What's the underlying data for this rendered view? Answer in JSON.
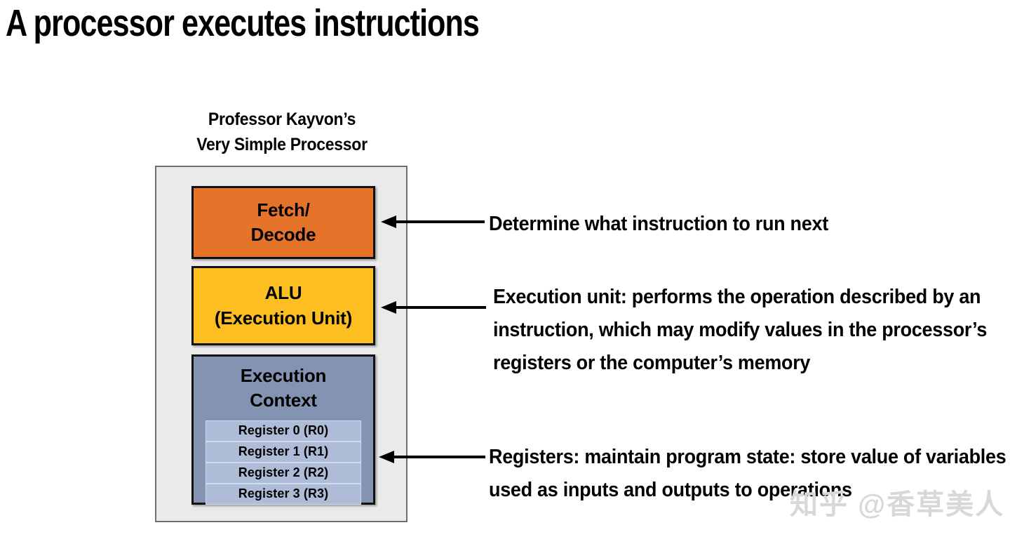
{
  "slide": {
    "title": "A processor executes instructions"
  },
  "processor": {
    "caption_line1": "Professor Kayvon’s",
    "caption_line2": "Very Simple Processor",
    "colors": {
      "chassis": "#eaeaea",
      "fetch_decode": "#e5742a",
      "alu": "#fdbe21",
      "execution_context": "#8593b3",
      "register_row": "#afbcd8"
    },
    "blocks": {
      "fetch_decode": {
        "line1": "Fetch/",
        "line2": "Decode"
      },
      "alu": {
        "line1": "ALU",
        "line2": "(Execution Unit)"
      },
      "execution_context": {
        "title_line1": "Execution",
        "title_line2": "Context",
        "registers": [
          "Register 0  (R0)",
          "Register 1  (R1)",
          "Register 2  (R2)",
          "Register 3  (R3)"
        ]
      }
    }
  },
  "annotations": {
    "fetch_decode": "Determine what instruction to run next",
    "alu": "Execution unit: performs the operation described by an instruction, which may modify values in the processor’s registers or the computer’s memory",
    "registers": "Registers: maintain program state: store value of variables used as inputs and outputs to operations"
  },
  "watermark": {
    "text": "知乎 @香草美人"
  }
}
